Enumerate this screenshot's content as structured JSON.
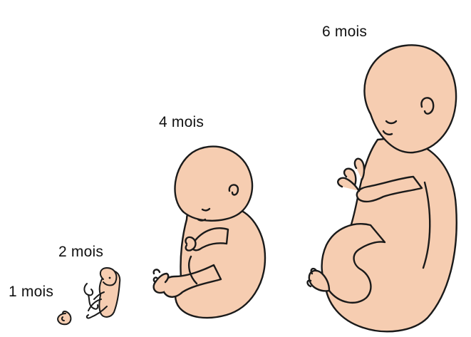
{
  "stages": [
    {
      "label": "1 mois"
    },
    {
      "label": "2 mois"
    },
    {
      "label": "4 mois"
    },
    {
      "label": "6 mois"
    }
  ],
  "colors": {
    "skin": "#F6CDB1",
    "outline": "#1A1A1A",
    "text": "#111111",
    "background": "#FFFFFF"
  }
}
